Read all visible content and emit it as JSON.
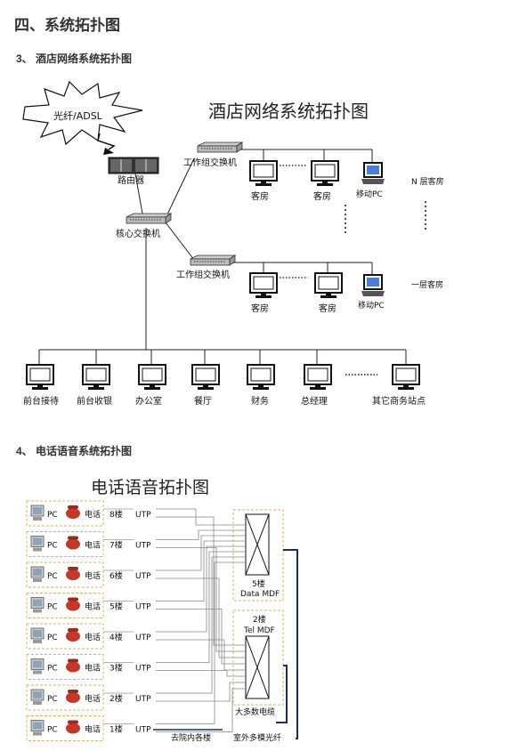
{
  "headings": {
    "section": "四、系统拓扑图",
    "sub1": "3、 酒店网络系统拓扑图",
    "sub2": "4、 电话语音系统拓扑图"
  },
  "network": {
    "title": "酒店网络系统拓扑图",
    "cloud_label": "光纤/ADSL",
    "router_label": "路由器",
    "core_switch_label": "核心交换机",
    "workgroup_switch_top": "工作组交换机",
    "workgroup_switch_mid": "工作组交换机",
    "top_row": [
      "客房",
      "客房",
      "移动PC"
    ],
    "top_row_floor": "N 层客房",
    "mid_row": [
      "客房",
      "客房",
      "移动PC"
    ],
    "mid_row_floor": "一层客房",
    "bottom_row": [
      "前台接待",
      "前台收银",
      "办公室",
      "餐厅",
      "财务",
      "总经理",
      "其它商务站点"
    ]
  },
  "phone": {
    "title": "电话语音拓扑图",
    "pc_label": "PC",
    "phone_label": "电话",
    "utp_label": "UTP",
    "floors": [
      "8楼",
      "7楼",
      "6楼",
      "5楼",
      "4楼",
      "3楼",
      "2楼",
      "1楼"
    ],
    "mdf_data": [
      "5楼",
      "Data MDF"
    ],
    "mdf_tel": [
      "2楼",
      "Tel MDF"
    ],
    "cable_label": "大多数电缆",
    "to_buildings": "去院内各楼",
    "outdoor_fiber": "室外多模光纤"
  }
}
